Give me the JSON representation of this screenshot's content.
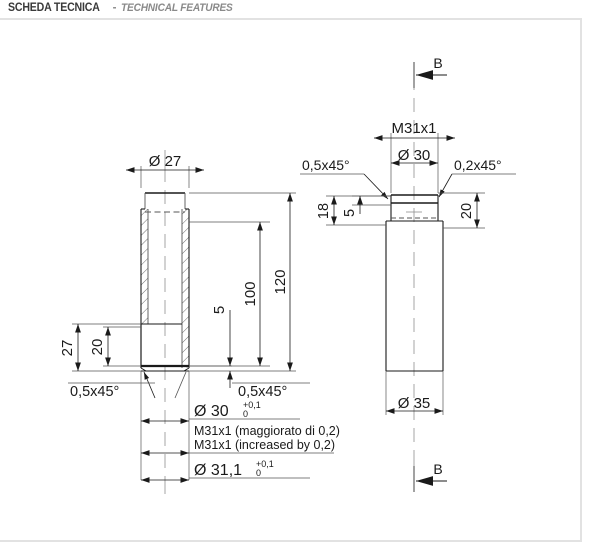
{
  "header": {
    "title_it": "SCHEDA TECNICA",
    "separator": "-",
    "title_en": "TECHNICAL FEATURES"
  },
  "drawing": {
    "left_view": {
      "name": "sezione-longitudinale-boccola",
      "dimensions": {
        "outer_diameter_top": "Ø 27",
        "total_length": "120",
        "shoulder_length": "100",
        "small_step": "5",
        "head_height_outer": "27",
        "head_height_inner": "20",
        "chamfer_left": "0,5x45°",
        "chamfer_right": "0,5x45°",
        "bore_small": "Ø 30",
        "bore_small_tol_upper": "+0,1",
        "bore_small_tol_lower": "0",
        "bore_large": "Ø 31,1",
        "bore_large_tol_upper": "+0,1",
        "bore_large_tol_lower": "0",
        "thread_note_it": "M31x1 (maggiorato di 0,2)",
        "thread_note_en": "M31x1 (increased by 0,2)"
      }
    },
    "right_view": {
      "name": "vista-esterna-perno",
      "section_marker_top": "B",
      "section_marker_bottom": "B",
      "dimensions": {
        "thread_spec": "M31x1",
        "head_diameter": "Ø 30",
        "chamfer_left": "0,5x45°",
        "chamfer_right": "0,2x45°",
        "dim_18": "18",
        "dim_5": "5",
        "dim_20": "20",
        "body_diameter": "Ø 35"
      }
    }
  },
  "colors": {
    "line": "#1a1a1a",
    "thin_line": "#555555",
    "center_line": "#9a9a9a",
    "frame": "#e2e2e2",
    "title_it": "#3a3a3a",
    "title_en": "#8a8a8a"
  }
}
